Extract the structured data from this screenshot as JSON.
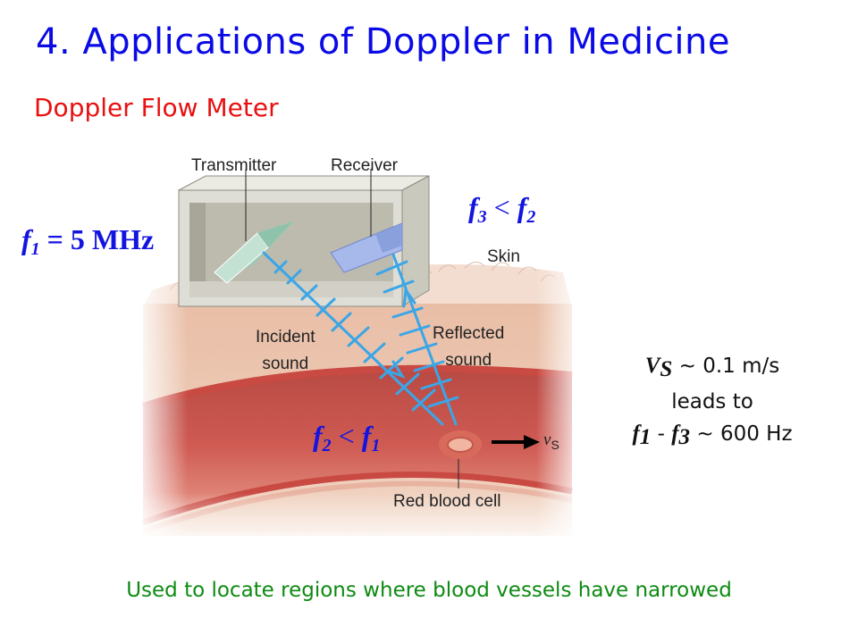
{
  "slide": {
    "title": "4. Applications of Doppler in Medicine",
    "subtitle": "Doppler Flow Meter",
    "footer": "Used to locate regions where blood vessels have narrowed"
  },
  "diagram": {
    "labels": {
      "transmitter": "Transmitter",
      "receiver": "Receiver",
      "skin": "Skin",
      "incident_line1": "Incident",
      "incident_line2": "sound",
      "reflected_line1": "Reflected",
      "reflected_line2": "sound",
      "red_blood_cell": "Red blood cell",
      "velocity_symbol": "v",
      "velocity_subscript": "S"
    },
    "colors": {
      "flesh": "#ecc7b2",
      "vessel": "#c8504a",
      "wave": "#3aa6e8",
      "transmitter": "#a8d2c0",
      "receiver": "#a9b9ec",
      "box": "#deded6"
    }
  },
  "annotations": {
    "f1_eq": {
      "var": "f",
      "sub": "1",
      "rest": " = 5 MHz"
    },
    "f3_lt_f2": {
      "a": "f",
      "a_sub": "3",
      "op": " < ",
      "b": "f",
      "b_sub": "2"
    },
    "f2_lt_f1": {
      "a": "f",
      "a_sub": "2",
      "op": " < ",
      "b": "f",
      "b_sub": "1"
    }
  },
  "side_note": {
    "vs_var": "V",
    "vs_sub": "S",
    "vs_rest": " ~ 0.1 m/s",
    "line2": "leads to",
    "f1": "f",
    "f1_sub": "1",
    "minus": " - ",
    "f3": "f",
    "f3_sub": "3",
    "result": " ~ 600 Hz"
  }
}
